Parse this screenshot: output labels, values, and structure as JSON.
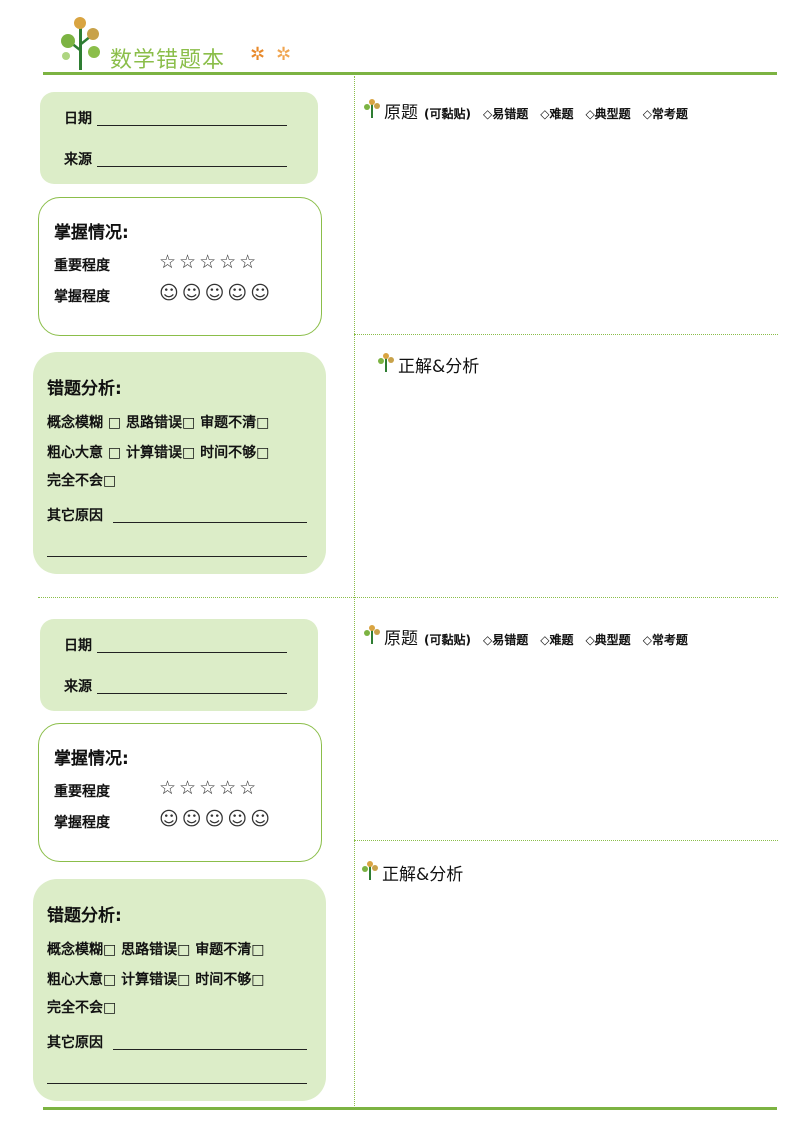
{
  "header": {
    "title": "数学错题本",
    "sun_icon_1": "✲",
    "sun_icon_2": "✲"
  },
  "colors": {
    "accent": "#7cb342",
    "box_fill": "#dcedc8",
    "title": "#8bbe4a",
    "sun_1": "#e8892a",
    "sun_2": "#f0a550"
  },
  "sheets": [
    {
      "date_label": "日期",
      "source_label": "来源",
      "mastery": {
        "heading": "掌握情况:",
        "importance_label": "重要程度",
        "importance_glyphs": "☆☆☆☆☆",
        "mastery_label": "掌握程度",
        "mastery_glyphs": "☺☺☺☺☺"
      },
      "analysis": {
        "heading": "错题分析:",
        "line1": "概念模糊 □ 思路错误□ 审题不清□",
        "line2": "粗心大意 □ 计算错误□ 时间不够□",
        "line3": "完全不会□",
        "other_label": "其它原因"
      },
      "original": {
        "title": "原题",
        "paste_note": "(可黏贴)",
        "options": [
          "◇易错题",
          "◇难题",
          "◇典型题",
          "◇常考题"
        ]
      },
      "solution_title": "正解&分析"
    },
    {
      "date_label": "日期",
      "source_label": "来源",
      "mastery": {
        "heading": "掌握情况:",
        "importance_label": "重要程度",
        "importance_glyphs": "☆☆☆☆☆",
        "mastery_label": "掌握程度",
        "mastery_glyphs": "☺☺☺☺☺"
      },
      "analysis": {
        "heading": "错题分析:",
        "line1": "概念模糊□ 思路错误□ 审题不清□",
        "line2": "粗心大意□ 计算错误□ 时间不够□",
        "line3": "完全不会□",
        "other_label": "其它原因"
      },
      "original": {
        "title": "原题",
        "paste_note": "(可黏贴)",
        "options": [
          "◇易错题",
          "◇难题",
          "◇典型题",
          "◇常考题"
        ]
      },
      "solution_title": "正解&分析"
    }
  ]
}
